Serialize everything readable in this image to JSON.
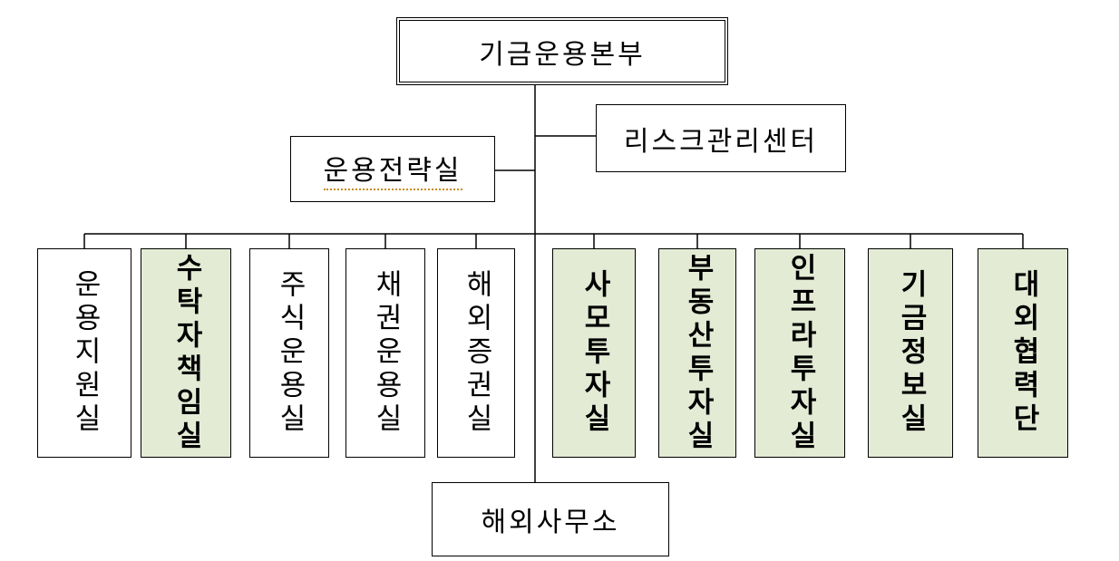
{
  "diagram": {
    "top": "기금운용본부",
    "risk_center": "리스크관리센터",
    "strategy_office": "운용전략실",
    "overseas_office": "해외사무소",
    "departments": [
      {
        "label": "운용지원실",
        "highlight": false
      },
      {
        "label": "수탁자책임실",
        "highlight": true
      },
      {
        "label": "주식운용실",
        "highlight": false
      },
      {
        "label": "채권운용실",
        "highlight": false
      },
      {
        "label": "해외증권실",
        "highlight": false
      },
      {
        "label": "사모투자실",
        "highlight": true
      },
      {
        "label": "부동산투자실",
        "highlight": true
      },
      {
        "label": "인프라투자실",
        "highlight": true
      },
      {
        "label": "기금정보실",
        "highlight": true
      },
      {
        "label": "대외협력단",
        "highlight": true
      }
    ]
  },
  "colors": {
    "highlight_fill": "#e3ebd5",
    "line": "#000000",
    "underline": "#c98a1a"
  }
}
